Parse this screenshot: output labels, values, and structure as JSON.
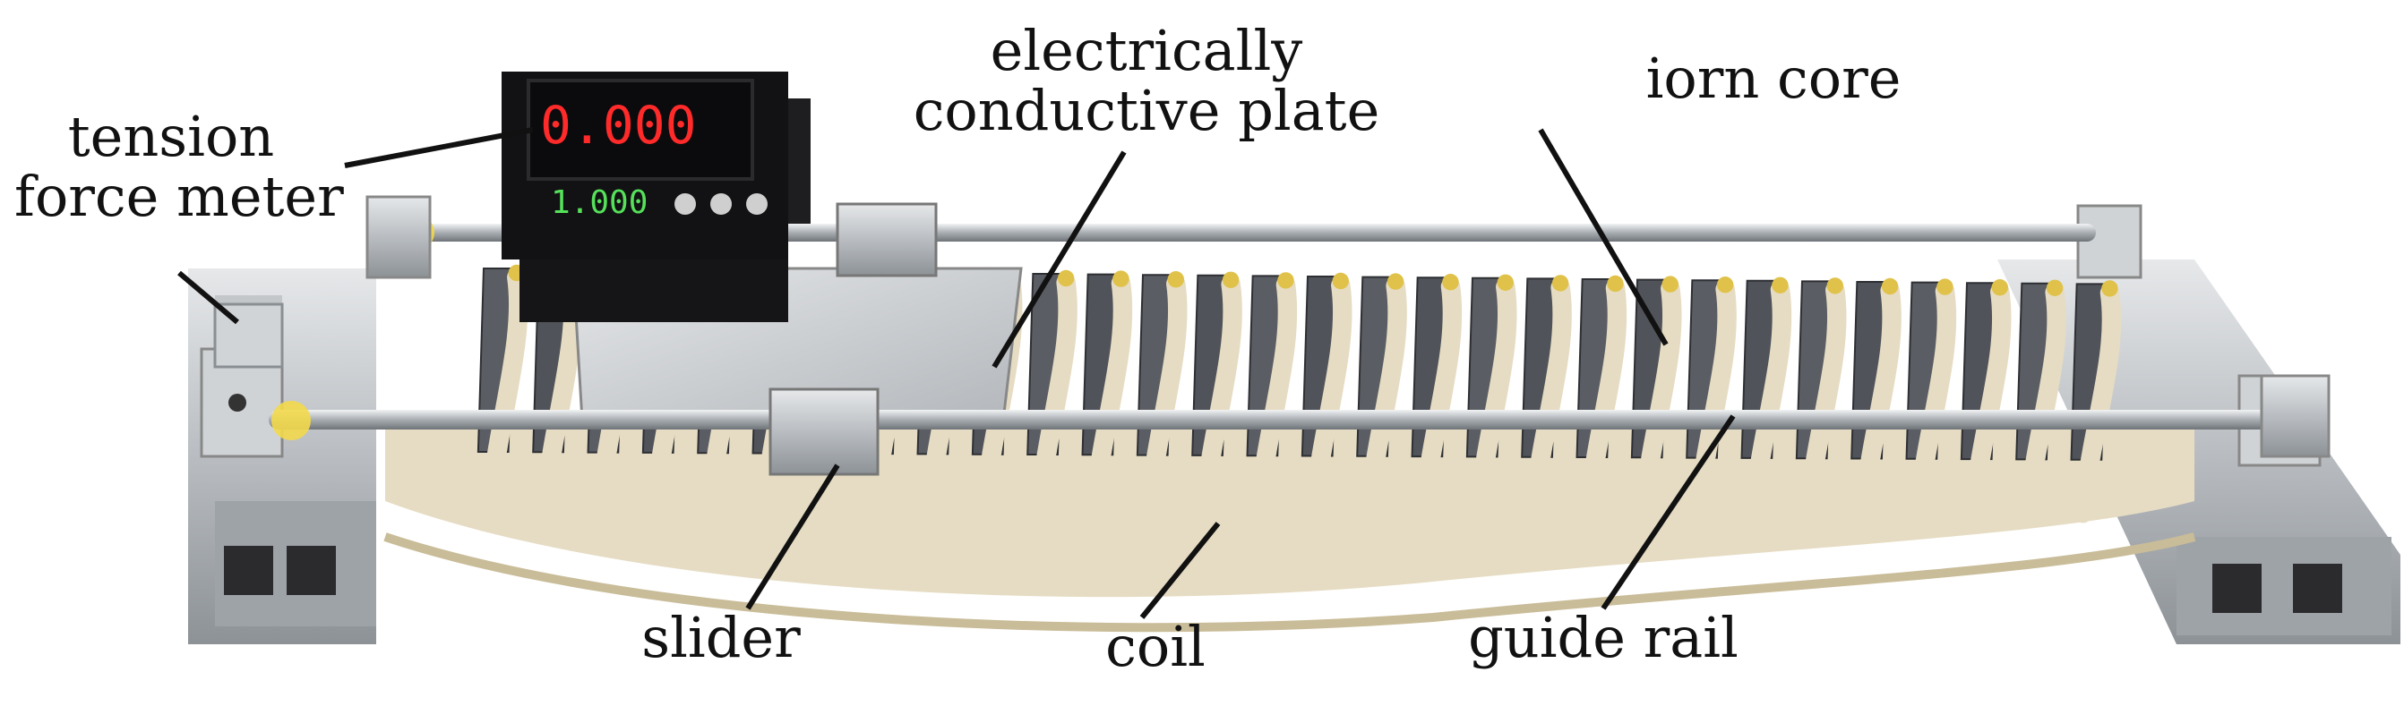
{
  "photo": {
    "subject": "Experimental linear induction actuator test rig",
    "colors": {
      "frame_aluminum": "#bfc3c6",
      "iron_core": "#4f5156",
      "coil_wrap": "#e6dcc3",
      "coil_tape": "#e0c24a",
      "plate": "#cfd2d5",
      "display_red": "#ff2a2a",
      "display_green": "#56e15a",
      "rod": "#c8ccd0"
    },
    "meter_display": {
      "top_value": "0.000",
      "bottom_value": "1.000"
    }
  },
  "labels": {
    "tension_force_meter": {
      "line1": "tension",
      "line2": "force meter"
    },
    "electrically_conductive_plate": {
      "line1": "electrically",
      "line2": "conductive plate"
    },
    "iron_core": {
      "text": "iorn core"
    },
    "slider": {
      "text": "slider"
    },
    "coil": {
      "text": "coil"
    },
    "guide_rail": {
      "text": "guide rail"
    }
  }
}
